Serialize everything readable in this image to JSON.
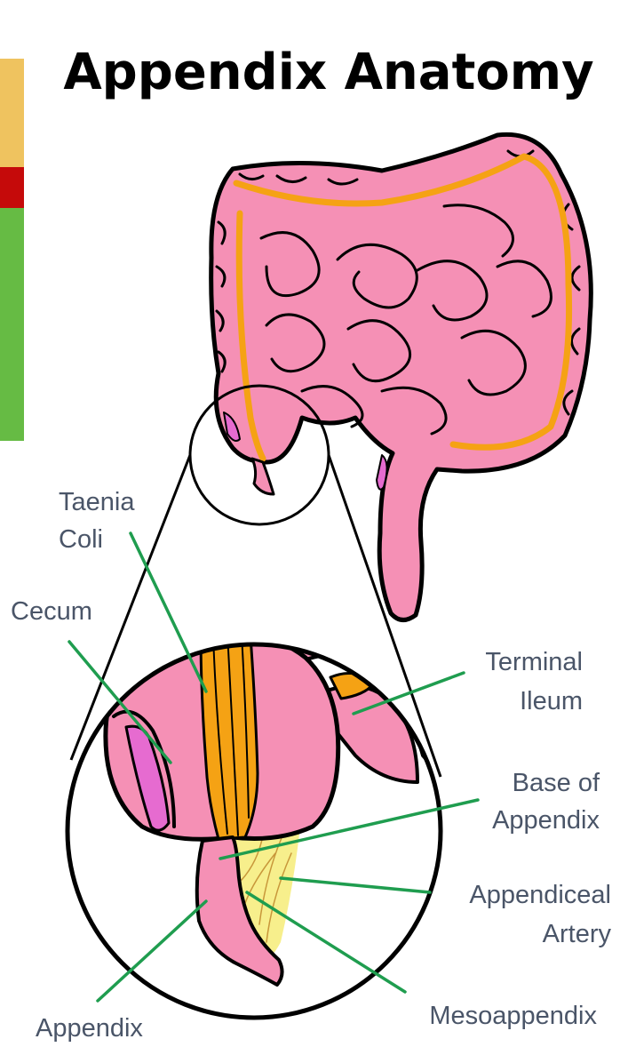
{
  "title": "Appendix Anatomy",
  "colors": {
    "bar_top": "#efc35f",
    "bar_mid": "#c50a0a",
    "bar_bottom": "#66bb44",
    "intestine": "#f590b5",
    "taenia": "#f5a214",
    "mucosa": "#e66bd0",
    "mesoappendix": "#f7ef8c",
    "leader": "#1f9d4f",
    "label_text": "#4a5568",
    "outline": "#000000"
  },
  "labels": {
    "taenia_1": "Taenia",
    "taenia_2": "Coli",
    "cecum": "Cecum",
    "terminal_1": "Terminal",
    "terminal_2": "Ileum",
    "base_1": "Base of",
    "base_2": "Appendix",
    "artery_1": "Appendiceal",
    "artery_2": "Artery",
    "appendix": "Appendix",
    "meso": "Mesoappendix"
  }
}
